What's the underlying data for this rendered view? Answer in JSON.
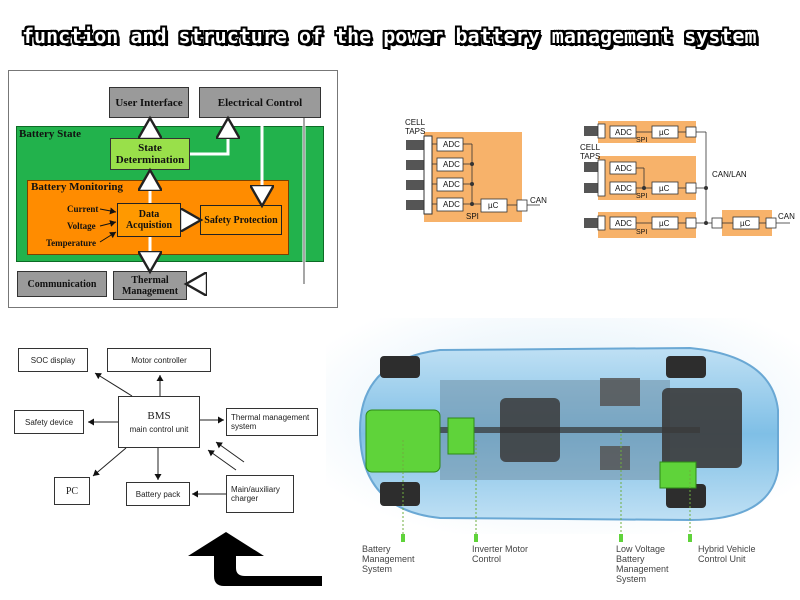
{
  "title": "function and structure of the power battery management system",
  "diagram1": {
    "user_interface": "User Interface",
    "electrical_control": "Electrical Control",
    "battery_state": "Battery State",
    "state_determination": "State Determination",
    "battery_monitoring": "Battery Monitoring",
    "current": "Current",
    "voltage": "Voltage",
    "temperature": "Temperature",
    "data_acquisition": "Data Acquistion",
    "safety_protection": "Safety Protection",
    "communication": "Communication",
    "thermal_management": "Thermal Management"
  },
  "diagram2": {
    "cell_taps": "CELL TAPS",
    "adc": "ADC",
    "uc": "µC",
    "spi": "SPI",
    "can": "CAN"
  },
  "diagram3": {
    "cell_taps": "CELL TAPS",
    "adc": "ADC",
    "uc": "µC",
    "spi": "SPI",
    "can_lan": "CAN/LAN",
    "can": "CAN"
  },
  "diagram4": {
    "soc_display": "SOC display",
    "motor_controller": "Motor controller",
    "bms": "BMS",
    "main_control_unit": "main control unit",
    "safety_device": "Safety device",
    "thermal_management_system": "Thermal management system",
    "pc": "PC",
    "battery_pack": "Battery pack",
    "charger": "Main/auxiliary charger"
  },
  "car": {
    "labels": [
      "Battery Management System",
      "Inverter Motor Control",
      "Low Voltage Battery Management System",
      "Hybrid Vehicle Control Unit"
    ],
    "colors": {
      "highlight": "#5fd33a",
      "body": "#8ec8ea"
    }
  }
}
